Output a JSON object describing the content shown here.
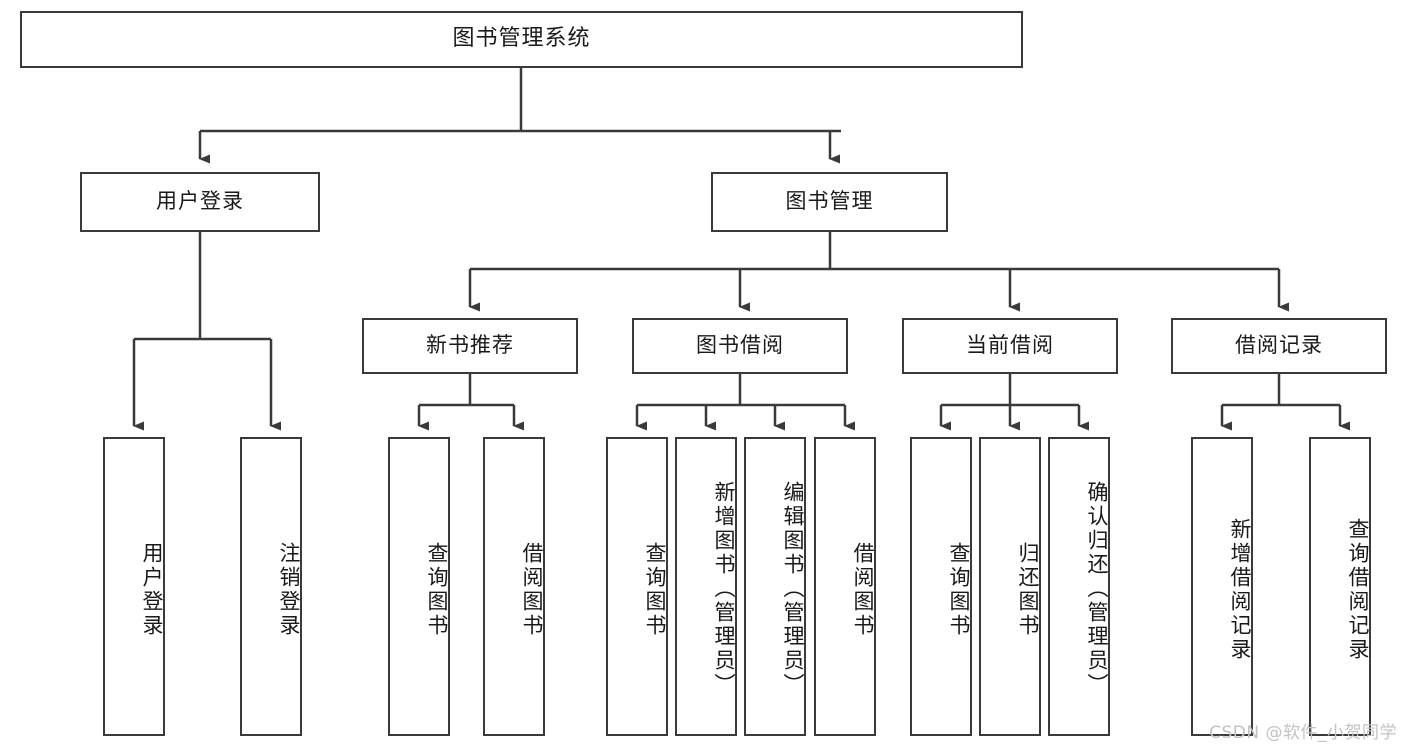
{
  "diagram": {
    "title_box": {
      "label": "图书管理系统"
    },
    "level1": [
      {
        "id": "user-login",
        "label": "用户登录"
      },
      {
        "id": "book-manage",
        "label": "图书管理"
      }
    ],
    "level2": [
      {
        "id": "new-book-rec",
        "label": "新书推荐"
      },
      {
        "id": "book-borrow",
        "label": "图书借阅"
      },
      {
        "id": "current-borrow",
        "label": "当前借阅"
      },
      {
        "id": "borrow-record",
        "label": "借阅记录"
      }
    ],
    "leaves": {
      "user_login": [
        {
          "id": "leaf-user-login",
          "label": "用户登录"
        },
        {
          "id": "leaf-logout",
          "label": "注销登录"
        }
      ],
      "new_book_rec": [
        {
          "id": "leaf-query-book-1",
          "label": "查询图书"
        },
        {
          "id": "leaf-borrow-book-1",
          "label": "借阅图书"
        }
      ],
      "book_borrow": [
        {
          "id": "leaf-query-book-2",
          "label": "查询图书"
        },
        {
          "id": "leaf-add-book",
          "label": "新增图书（管理员）"
        },
        {
          "id": "leaf-edit-book",
          "label": "编辑图书（管理员）"
        },
        {
          "id": "leaf-borrow-book-2",
          "label": "借阅图书"
        }
      ],
      "current_borrow": [
        {
          "id": "leaf-query-book-3",
          "label": "查询图书"
        },
        {
          "id": "leaf-return-book",
          "label": "归还图书"
        },
        {
          "id": "leaf-confirm-return",
          "label": "确认归还（管理员）"
        }
      ],
      "borrow_record": [
        {
          "id": "leaf-add-record",
          "label": "新增借阅记录"
        },
        {
          "id": "leaf-query-record",
          "label": "查询借阅记录"
        }
      ]
    },
    "colors": {
      "stroke": "#3a3a3a",
      "fill": "#ffffff",
      "text": "#1a1a1a",
      "watermark": "#c2c2c2"
    }
  },
  "watermark": {
    "text": "CSDN @软件_小贺同学"
  }
}
